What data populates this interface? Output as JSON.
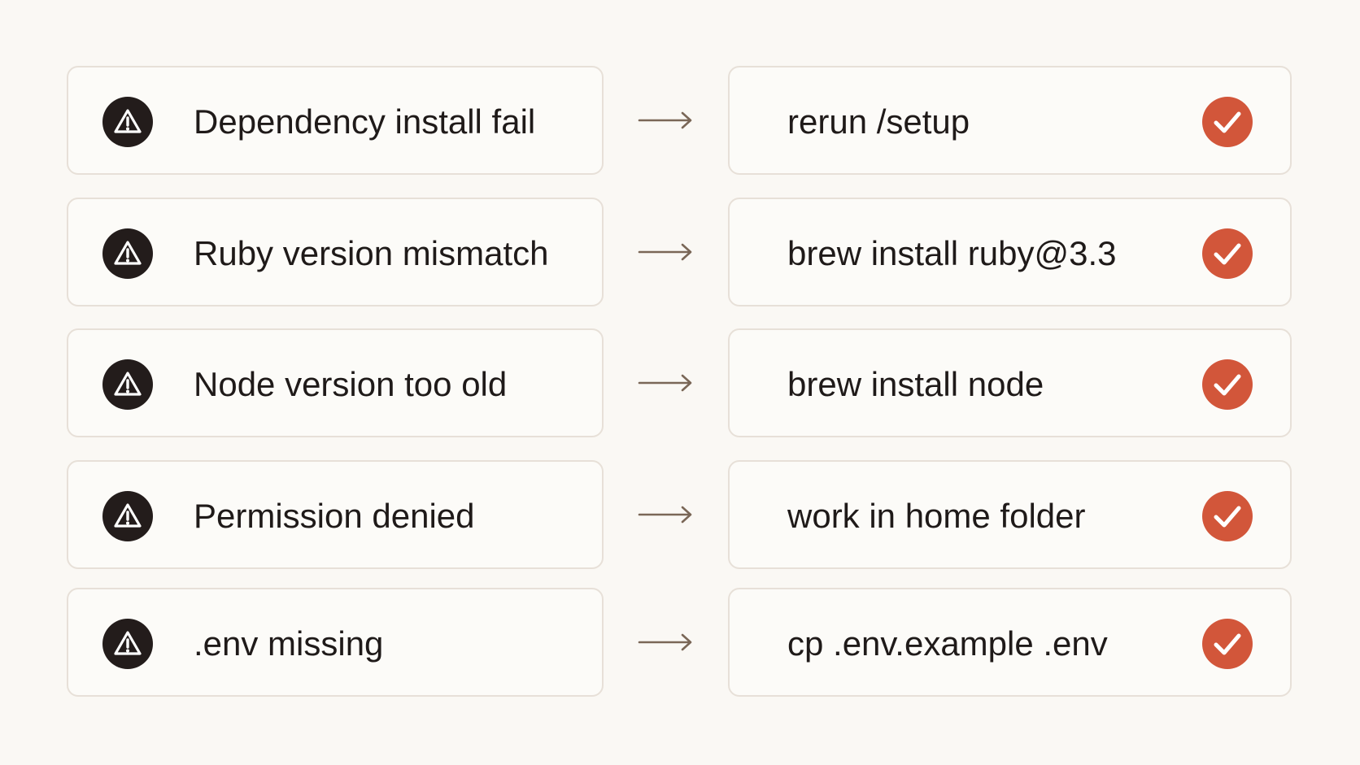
{
  "rows": [
    {
      "problem": "Dependency install fail",
      "fix": "rerun /setup"
    },
    {
      "problem": "Ruby version mismatch",
      "fix": "brew install ruby@3.3"
    },
    {
      "problem": "Node version too old",
      "fix": "brew install node"
    },
    {
      "problem": "Permission denied",
      "fix": "work in home folder"
    },
    {
      "problem": ".env missing",
      "fix": "cp .env.example .env"
    }
  ],
  "icons": {
    "problem": "warning-icon",
    "connector": "arrow-right-icon",
    "fix": "check-icon"
  },
  "colors": {
    "background": "#faf8f4",
    "card_border": "#e7e0d8",
    "warning_badge": "#231c1b",
    "check_badge": "#d2563a",
    "arrow": "#7a6757",
    "text": "#1f1a19"
  }
}
